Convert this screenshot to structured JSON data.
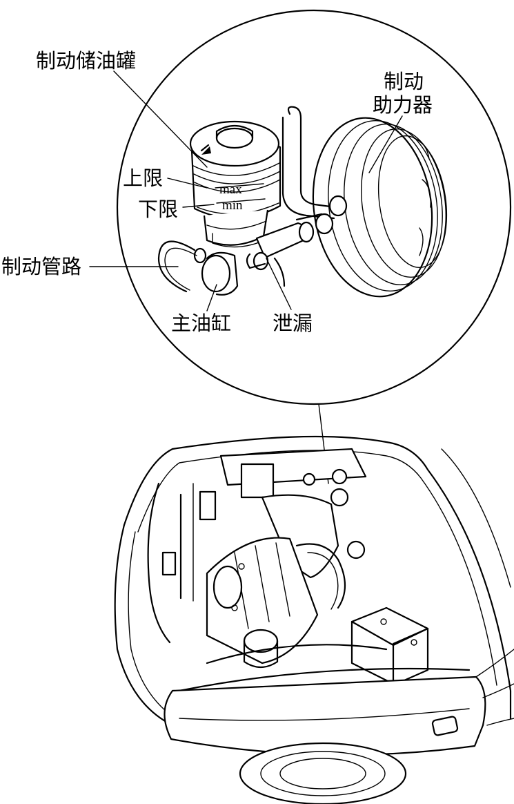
{
  "labels": {
    "reservoir": "制动储油罐",
    "booster_line1": "制动",
    "booster_line2": "助力器",
    "upper_limit": "上限",
    "lower_limit": "下限",
    "brake_line": "制动管路",
    "master_cylinder": "主油缸",
    "leak": "泄漏"
  },
  "markings": {
    "max": "max",
    "min": "min"
  }
}
